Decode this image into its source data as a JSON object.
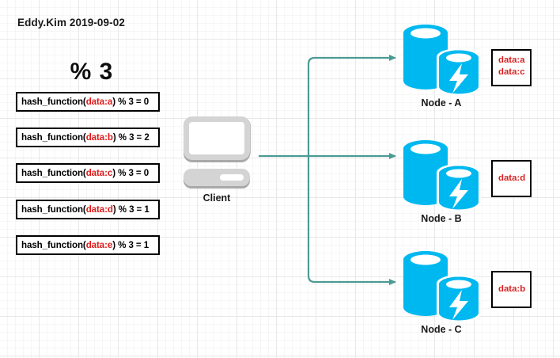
{
  "header": {
    "byline": "Eddy.Kim 2019-09-02"
  },
  "modulo": {
    "title": "% 3"
  },
  "hash_rules": [
    {
      "prefix": "hash_function(",
      "key": "data:a",
      "suffix": ") % 3 = 0"
    },
    {
      "prefix": "hash_function(",
      "key": "data:b",
      "suffix": ") % 3 = 2"
    },
    {
      "prefix": "hash_function(",
      "key": "data:c",
      "suffix": ") % 3 = 0"
    },
    {
      "prefix": "hash_function(",
      "key": "data:d",
      "suffix": ") % 3 = 1"
    },
    {
      "prefix": "hash_function(",
      "key": "data:e",
      "suffix": ") % 3 = 1"
    }
  ],
  "client": {
    "label": "Client",
    "icon": "desktop-computer-icon",
    "color": "#d4d4d4"
  },
  "nodes": [
    {
      "label": "Node - A",
      "icon": "database-cylinder-icon",
      "color": "#00b8f0",
      "data_items": [
        "data:a",
        "data:c"
      ]
    },
    {
      "label": "Node - B",
      "icon": "database-cylinder-icon",
      "color": "#00b8f0",
      "data_items": [
        "data:d"
      ]
    },
    {
      "label": "Node - C",
      "icon": "database-cylinder-icon",
      "color": "#00b8f0",
      "data_items": [
        "data:b"
      ]
    }
  ],
  "connectors": {
    "color": "#4c9a95",
    "description": "client routes to three nodes"
  },
  "colors": {
    "accent_cyan": "#00b8f0",
    "connector_teal": "#4c9a95",
    "data_red": "#d81f1f",
    "grid": "#e8e8e8"
  }
}
